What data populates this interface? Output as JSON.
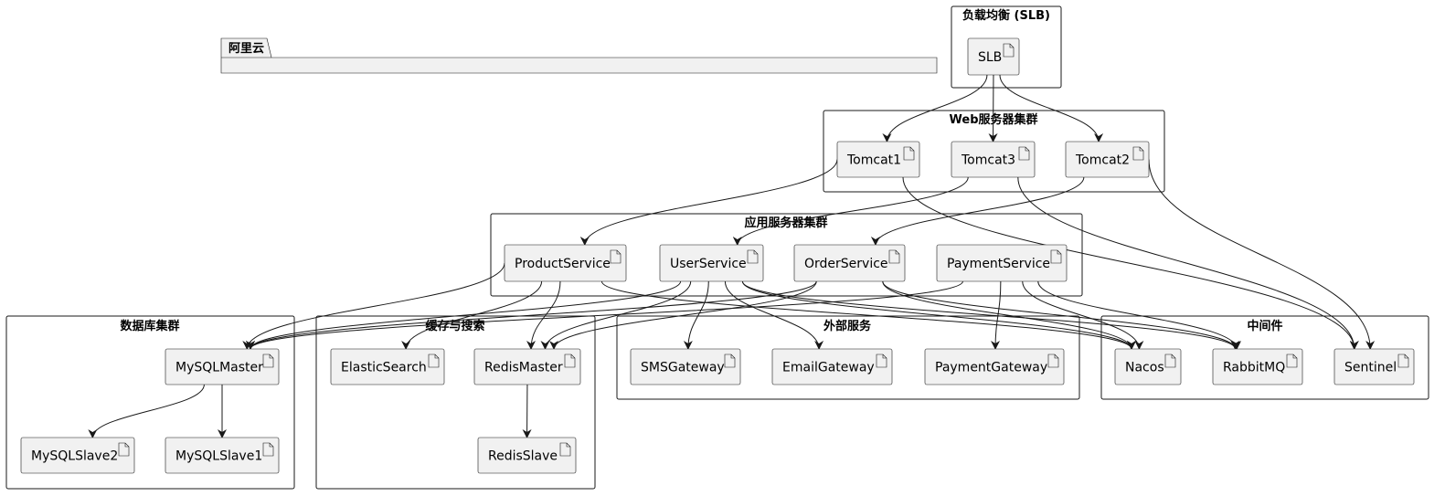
{
  "diagram": {
    "frames": {
      "slb": "负载均衡 (SLB)",
      "web": "Web服务器集群",
      "app": "应用服务器集群",
      "db": "数据库集群",
      "cache": "缓存与搜索",
      "external": "外部服务",
      "middleware": "中间件"
    },
    "package": "阿里云",
    "nodes": {
      "slb": "SLB",
      "tomcat1": "Tomcat1",
      "tomcat3": "Tomcat3",
      "tomcat2": "Tomcat2",
      "product": "ProductService",
      "user": "UserService",
      "order": "OrderService",
      "payment": "PaymentService",
      "mysql_master": "MySQLMaster",
      "mysql_slave2": "MySQLSlave2",
      "mysql_slave1": "MySQLSlave1",
      "elastic": "ElasticSearch",
      "redis_master": "RedisMaster",
      "redis_slave": "RedisSlave",
      "sms": "SMSGateway",
      "email": "EmailGateway",
      "paygw": "PaymentGateway",
      "nacos": "Nacos",
      "rabbitmq": "RabbitMQ",
      "sentinel": "Sentinel"
    },
    "edges": [
      [
        "slb",
        "tomcat1"
      ],
      [
        "slb",
        "tomcat3"
      ],
      [
        "slb",
        "tomcat2"
      ],
      [
        "tomcat1",
        "product"
      ],
      [
        "tomcat1",
        "sentinel"
      ],
      [
        "tomcat3",
        "user"
      ],
      [
        "tomcat3",
        "sentinel"
      ],
      [
        "tomcat2",
        "order"
      ],
      [
        "tomcat2",
        "sentinel"
      ],
      [
        "product",
        "mysql_master"
      ],
      [
        "product",
        "elastic"
      ],
      [
        "product",
        "redis_master"
      ],
      [
        "product",
        "nacos"
      ],
      [
        "user",
        "mysql_master"
      ],
      [
        "user",
        "redis_master"
      ],
      [
        "user",
        "sms"
      ],
      [
        "user",
        "email"
      ],
      [
        "user",
        "nacos"
      ],
      [
        "user",
        "rabbitmq"
      ],
      [
        "order",
        "mysql_master"
      ],
      [
        "order",
        "redis_master"
      ],
      [
        "order",
        "nacos"
      ],
      [
        "order",
        "rabbitmq"
      ],
      [
        "payment",
        "mysql_master"
      ],
      [
        "payment",
        "paygw"
      ],
      [
        "payment",
        "nacos"
      ],
      [
        "payment",
        "rabbitmq"
      ],
      [
        "mysql_master",
        "mysql_slave2"
      ],
      [
        "mysql_master",
        "mysql_slave1"
      ],
      [
        "redis_master",
        "redis_slave"
      ]
    ]
  }
}
